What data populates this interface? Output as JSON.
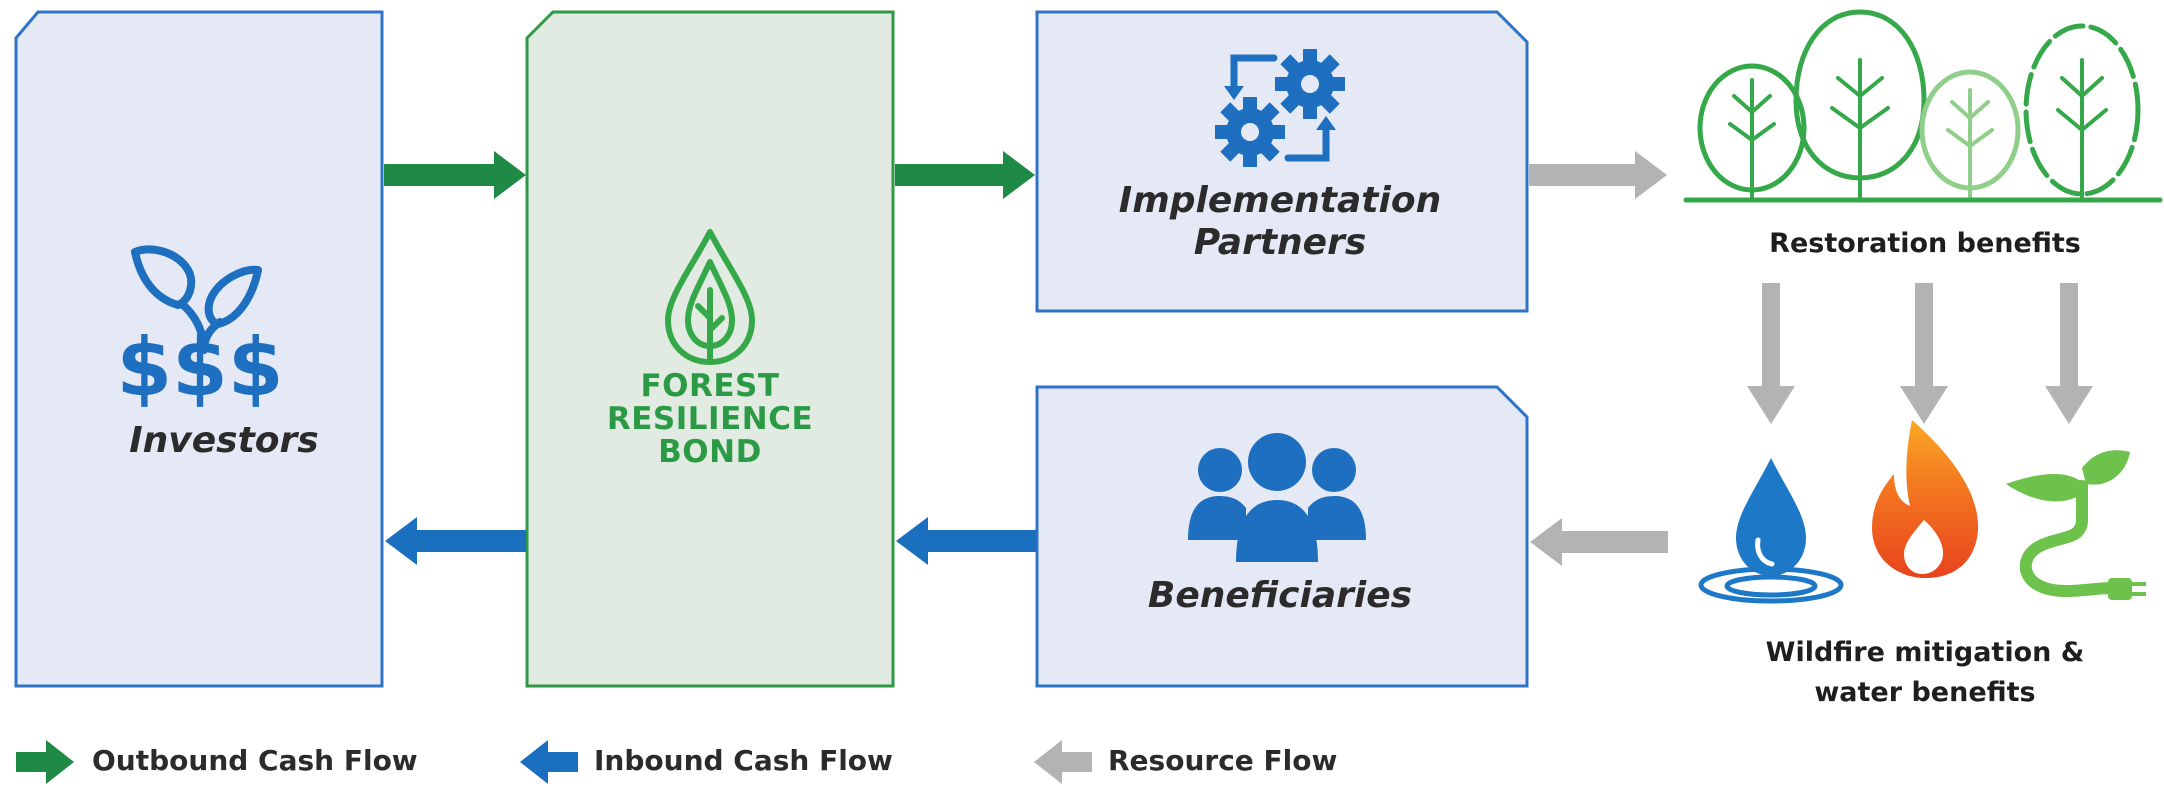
{
  "nodes": {
    "investors": "Investors",
    "bond_line1": "FOREST",
    "bond_line2": "RESILIENCE",
    "bond_line3": "BOND",
    "partners_line1": "Implementation",
    "partners_line2": "Partners",
    "beneficiaries": "Beneficiaries",
    "restoration": "Restoration benefits",
    "wildfire_line1": "Wildfire mitigation &",
    "wildfire_line2": "water benefits"
  },
  "legend": {
    "outbound": "Outbound Cash Flow",
    "inbound": "Inbound Cash Flow",
    "resource": "Resource Flow"
  },
  "colors": {
    "outbound_arrow": "#1e8a45",
    "inbound_arrow": "#1a6fbf",
    "resource_arrow": "#b3b3b3",
    "box_blue_fill": "#e4e9f5",
    "box_blue_border": "#2f73c6",
    "box_green_fill": "#e1ebe1",
    "box_green_border": "#2f9a45",
    "icon_blue": "#1f6fc0",
    "icon_green": "#35a84a"
  },
  "icons": {
    "investors": "money-plant-icon",
    "bond": "leaf-drop-icon",
    "partners": "gears-cycle-icon",
    "beneficiaries": "people-group-icon",
    "restoration": "forest-trees-icon",
    "water": "water-drop-icon",
    "fire": "fire-icon",
    "energy": "sprout-plug-icon"
  }
}
